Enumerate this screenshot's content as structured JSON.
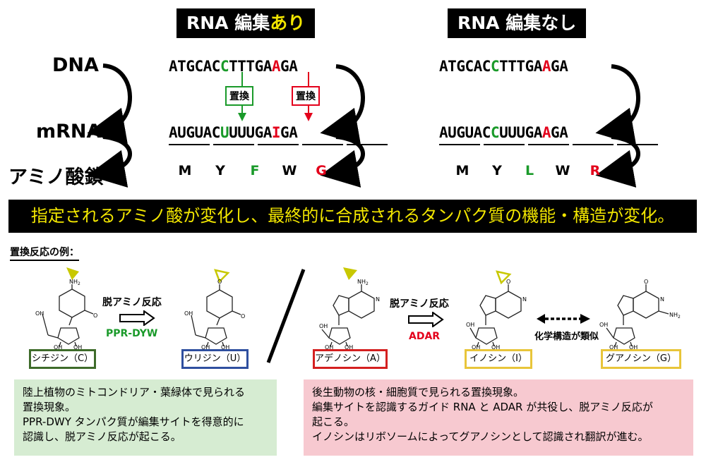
{
  "titles": {
    "with_editing_prefix": "RNA 編集",
    "with_editing_suffix": "あり",
    "without_editing": "RNA 編集なし"
  },
  "flow": {
    "dna": "DNA",
    "mrna": "mRNA",
    "amino_chain": "アミノ酸鎖"
  },
  "edited": {
    "dna": [
      "A",
      "T",
      "G",
      "C",
      "A",
      "C",
      "C",
      "T",
      "T",
      "T",
      "G",
      "A",
      "A",
      "G",
      "A"
    ],
    "mrna": [
      "A",
      "U",
      "G",
      "U",
      "A",
      "C",
      "U",
      "U",
      "U",
      "U",
      "G",
      "A",
      "I",
      "G",
      "A"
    ],
    "amino": [
      "M",
      "Y",
      "F",
      "W",
      "G"
    ],
    "replace_label_1": "置換",
    "replace_label_2": "置換"
  },
  "unedited": {
    "dna": [
      "A",
      "T",
      "G",
      "C",
      "A",
      "C",
      "C",
      "T",
      "T",
      "T",
      "G",
      "A",
      "A",
      "G",
      "A"
    ],
    "mrna": [
      "A",
      "U",
      "G",
      "U",
      "A",
      "C",
      "C",
      "U",
      "U",
      "U",
      "G",
      "A",
      "A",
      "G",
      "A"
    ],
    "amino": [
      "M",
      "Y",
      "L",
      "W",
      "R"
    ]
  },
  "banner": "指定されるアミノ酸が変化し、最終的に合成されるタンパク質の機能・構造が変化。",
  "examples": {
    "title": "置換反応の例：",
    "reaction_label_1": "脱アミノ反応",
    "enzyme_1": "PPR-DYW",
    "reaction_label_2": "脱アミノ反応",
    "enzyme_2": "ADAR",
    "similar_label": "化学構造が類似",
    "cytidine": "シチジン（C）",
    "uridine": "ウリジン（U）",
    "adenosine": "アデノシン（A）",
    "inosine": "イノシン（I）",
    "guanosine": "グアノシン（G）",
    "atoms": {
      "oh": "OH",
      "nh2": "NH",
      "n": "N",
      "o": "O",
      "h": "H",
      "sub2": "2"
    }
  },
  "info_left": {
    "lines": [
      "陸上植物のミトコンドリア・葉緑体で見られる",
      "置換現象。",
      "PPR-DWY タンパク質が編集サイトを得意的に",
      "認識し、脱アミノ反応が起こる。"
    ]
  },
  "info_right": {
    "lines": [
      "後生動物の核・細胞質で見られる置換現象。",
      "編集サイトを認識するガイド RNA と ADAR が共役し、脱アミノ反応が",
      "起こる。",
      "イノシンはリボソームによってグアノシンとして認識され翻訳が進む。"
    ]
  },
  "colors": {
    "green": "#1a9a2a",
    "red": "#e3001b",
    "yellow": "#f2e600",
    "cyt_box": "#3e6b2a",
    "uri_box": "#2f4f9f",
    "ade_box": "#d42020",
    "ino_box": "#e8c53a",
    "gua_box": "#e8c53a",
    "info_left_bg": "#d6ecd2",
    "info_right_bg": "#f7c9d0",
    "pointer": "#c8c800"
  }
}
